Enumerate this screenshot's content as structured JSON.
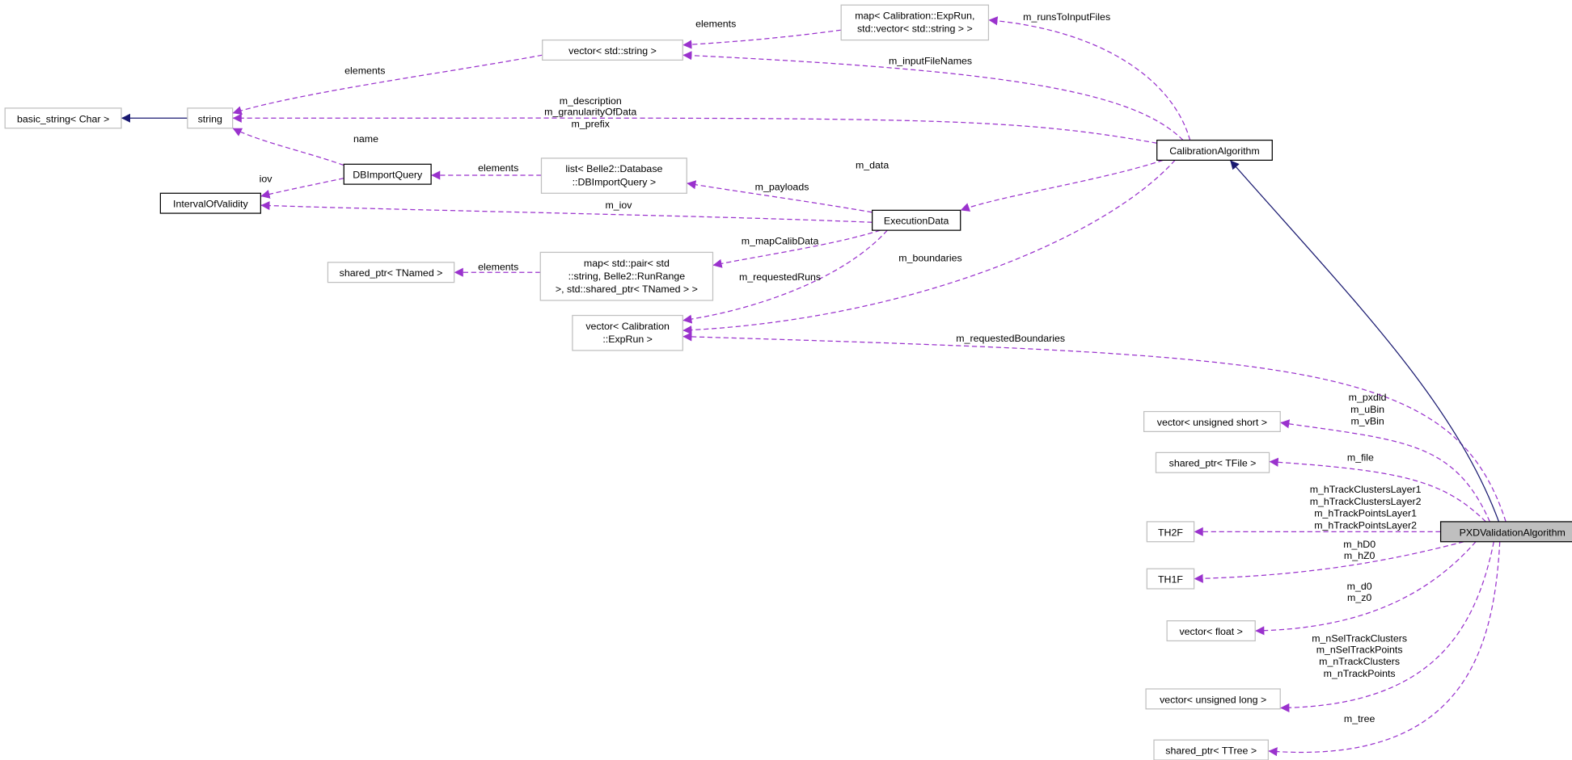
{
  "colors": {
    "usage_edge": "#9a32cd",
    "inheritance_edge": "#191970",
    "focus_node_fill": "#bfbfbf"
  },
  "nodes": {
    "basic_string": "basic_string< Char >",
    "string": "string",
    "vector_string": "vector< std::string >",
    "map_exprun": [
      "map< Calibration::ExpRun,",
      "std::vector< std::string > >"
    ],
    "calibration_algorithm": "CalibrationAlgorithm",
    "db_import_query": "DBImportQuery",
    "interval_of_validity": "IntervalOfValidity",
    "list_dbimport": [
      "list< Belle2::Database",
      "::DBImportQuery >"
    ],
    "execution_data": "ExecutionData",
    "shared_ptr_tnamed": "shared_ptr< TNamed >",
    "map_pair": [
      "map< std::pair< std",
      "::string, Belle2::RunRange",
      " >, std::shared_ptr< TNamed > >"
    ],
    "vector_exprun": [
      "vector< Calibration",
      "::ExpRun >"
    ],
    "vector_ushort": "vector< unsigned short >",
    "shared_ptr_tfile": "shared_ptr< TFile >",
    "th2f": "TH2F",
    "th1f": "TH1F",
    "vector_float": "vector< float >",
    "vector_ulong": "vector< unsigned long >",
    "shared_ptr_ttree": "shared_ptr< TTree >",
    "pxd_validation_algorithm": "PXDValidationAlgorithm"
  },
  "edge_labels": {
    "map_to_vector_string": "elements",
    "runs_to_input_files": "m_runsToInputFiles",
    "input_file_names": "m_inputFileNames",
    "vector_string_to_string": "elements",
    "calib_to_string": [
      "m_description",
      "m_granularityOfData",
      "m_prefix"
    ],
    "dbimport_name": "name",
    "dbimport_iov": "iov",
    "list_elements": "elements",
    "payloads": "m_payloads",
    "m_iov": "m_iov",
    "m_data": "m_data",
    "map_calib_data": "m_mapCalibData",
    "map_pair_elements": "elements",
    "requested_runs": "m_requestedRuns",
    "boundaries": "m_boundaries",
    "requested_boundaries": "m_requestedBoundaries",
    "pxd_ushort": [
      "m_pxdid",
      "m_uBin",
      "m_vBin"
    ],
    "pxd_file": "m_file",
    "pxd_th2f": [
      "m_hTrackClustersLayer1",
      "m_hTrackClustersLayer2",
      "m_hTrackPointsLayer1",
      "m_hTrackPointsLayer2"
    ],
    "pxd_th1f": [
      "m_hD0",
      "m_hZ0"
    ],
    "pxd_float": [
      "m_d0",
      "m_z0"
    ],
    "pxd_ulong": [
      "m_nSelTrackClusters",
      "m_nSelTrackPoints",
      "m_nTrackClusters",
      "m_nTrackPoints"
    ],
    "pxd_tree": "m_tree"
  }
}
